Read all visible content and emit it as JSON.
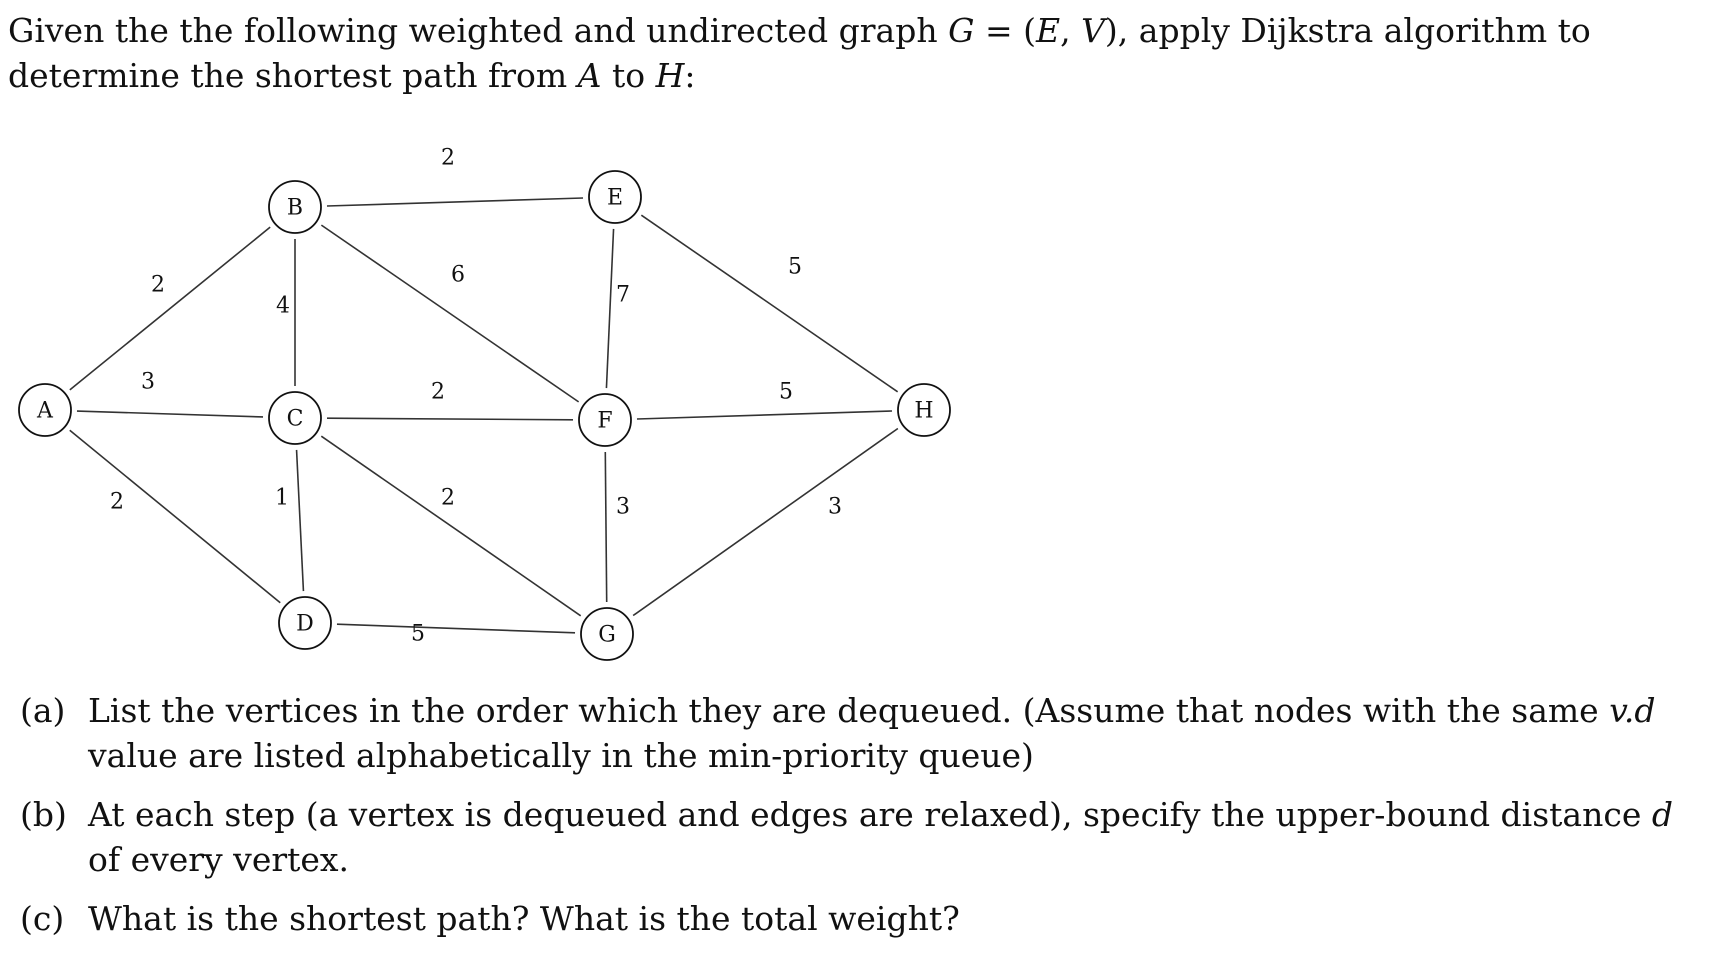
{
  "intro": {
    "part1": "Given the the following weighted and undirected graph ",
    "math_g": "G",
    "eq": " = (",
    "math_e": "E",
    "comma": ", ",
    "math_v": "V",
    "part2": "), apply Dijkstra algorithm to determine the shortest path from ",
    "math_a": "A",
    "to": " to ",
    "math_h": "H",
    "colon": ":"
  },
  "graph": {
    "nodes": [
      "A",
      "B",
      "C",
      "D",
      "E",
      "F",
      "G",
      "H"
    ],
    "edges": [
      {
        "from": "A",
        "to": "B",
        "weight": "2"
      },
      {
        "from": "A",
        "to": "C",
        "weight": "3"
      },
      {
        "from": "A",
        "to": "D",
        "weight": "2"
      },
      {
        "from": "B",
        "to": "C",
        "weight": "4"
      },
      {
        "from": "B",
        "to": "E",
        "weight": "2"
      },
      {
        "from": "B",
        "to": "F",
        "weight": "6"
      },
      {
        "from": "C",
        "to": "D",
        "weight": "1"
      },
      {
        "from": "C",
        "to": "F",
        "weight": "2"
      },
      {
        "from": "C",
        "to": "G",
        "weight": "2"
      },
      {
        "from": "D",
        "to": "G",
        "weight": "5"
      },
      {
        "from": "E",
        "to": "F",
        "weight": "7"
      },
      {
        "from": "E",
        "to": "H",
        "weight": "5"
      },
      {
        "from": "F",
        "to": "G",
        "weight": "3"
      },
      {
        "from": "F",
        "to": "H",
        "weight": "5"
      },
      {
        "from": "G",
        "to": "H",
        "weight": "3"
      }
    ]
  },
  "questions": [
    {
      "marker": "(a)",
      "text1": "List the vertices in the order which they are dequeued. (Assume that nodes with the same ",
      "math": "v.d",
      "text2": " value are listed alphabetically in the min-priority queue)"
    },
    {
      "marker": "(b)",
      "text1": "At each step (a vertex is dequeued and edges are relaxed), specify the upper-bound distance ",
      "math": "d",
      "text2": " of every vertex."
    },
    {
      "marker": "(c)",
      "text1": "What is the shortest path? What is the total weight?",
      "math": "",
      "text2": ""
    }
  ]
}
